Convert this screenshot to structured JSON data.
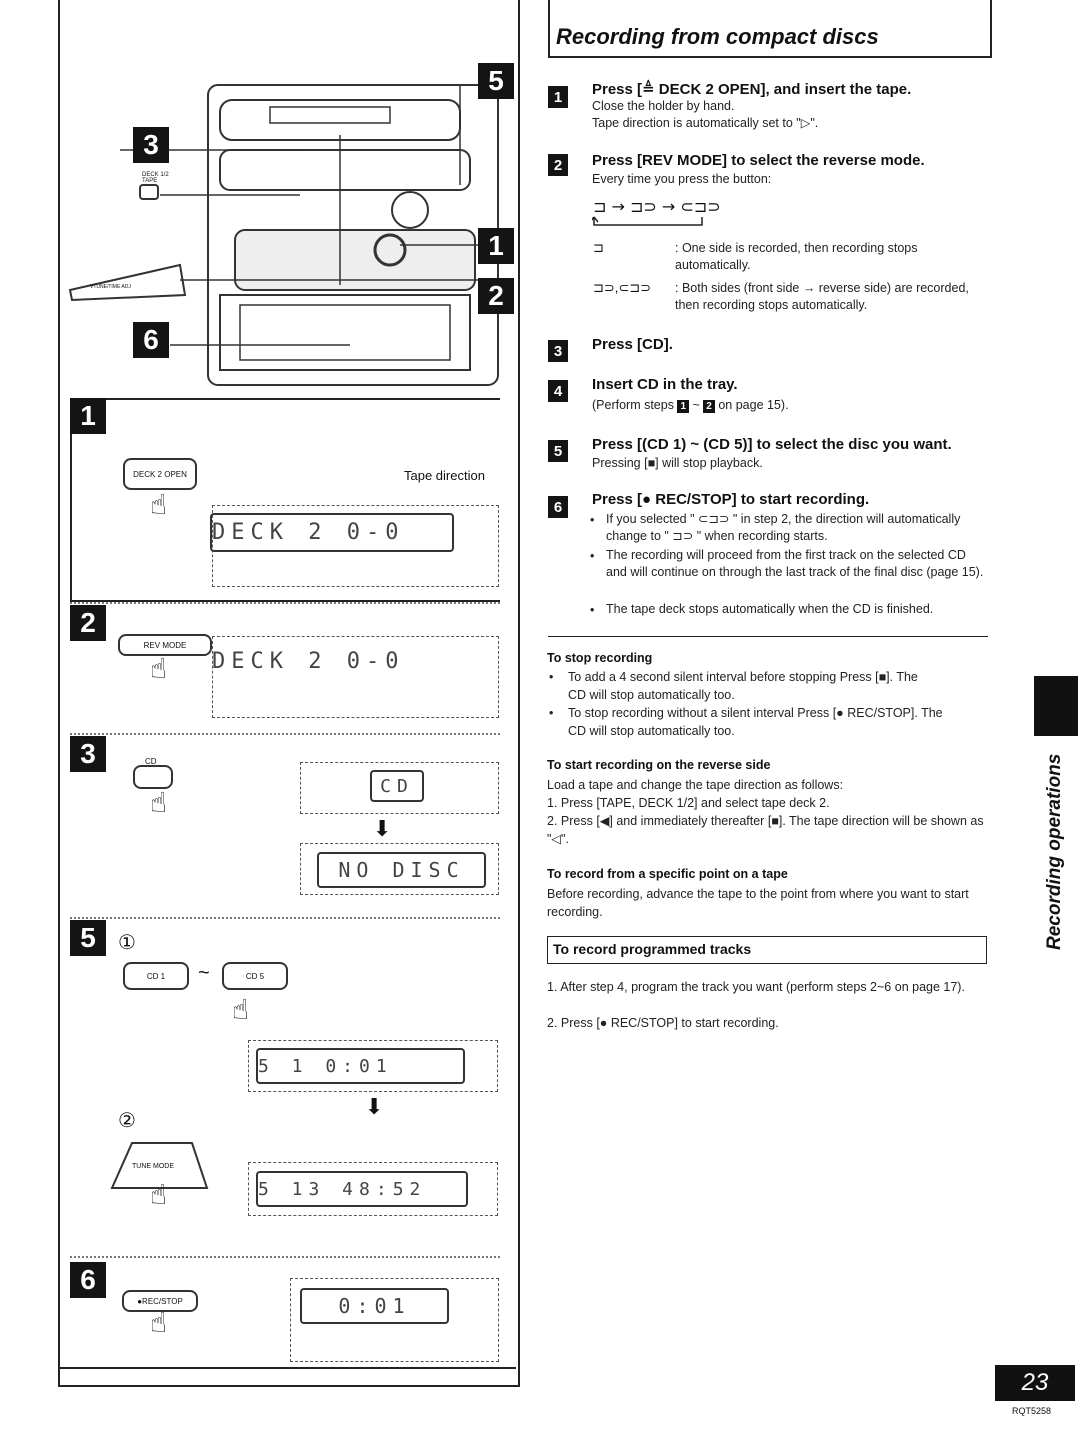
{
  "title": "Recording from compact discs",
  "side_tab": "Recording operations",
  "page_number": "23",
  "doc_code": "RQT5258",
  "left": {
    "callouts": [
      "5",
      "3",
      "1",
      "2",
      "6"
    ],
    "tape_small": "DECK 1/2 TAPE",
    "tune_small": "VTUNE/TIME ADJ",
    "panel1": {
      "num": "1",
      "button": "DECK 2 OPEN",
      "tape_direction": "Tape direction",
      "lcd": "DECK 2  0-0"
    },
    "panel2": {
      "num": "2",
      "button": "REV MODE",
      "lcd": "DECK 2  0-0"
    },
    "panel3": {
      "num": "3",
      "button": "CD",
      "lcd_top": "CD",
      "lcd_bottom": "NO DISC",
      "arrow": "⬇"
    },
    "panel5": {
      "num": "5",
      "circled1": "①",
      "circled2": "②",
      "btn_cd1": "CD 1",
      "btn_cd5": "CD 5",
      "tilde": "~",
      "button2": "TUNE MODE",
      "lcd_top": "5  1  0:01",
      "lcd_bottom": "5 13  48:52",
      "arrow": "⬇"
    },
    "panel6": {
      "num": "6",
      "button": "●REC/STOP",
      "lcd": "0:01"
    }
  },
  "steps": [
    {
      "num": "1",
      "heading": "Press [≜ DECK 2 OPEN], and insert the tape.",
      "lines": [
        "Close the holder by hand.",
        "Tape direction is automatically set to \"▷\"."
      ]
    },
    {
      "num": "2",
      "heading": "Press [REV MODE] to select the reverse mode.",
      "lines": [
        "Every time you press the button:"
      ]
    },
    {
      "num": "3",
      "heading": "Press [CD].",
      "lines": []
    },
    {
      "num": "4",
      "heading": "Insert CD in the tray.",
      "lines": [
        "(Perform steps",
        "~",
        "on page 15)."
      ]
    },
    {
      "num": "5",
      "heading": "Press [(CD 1) ~ (CD 5)] to select the disc you want.",
      "lines": [
        "Pressing [■] will stop playback."
      ]
    },
    {
      "num": "6",
      "heading": "Press [● REC/STOP] to start recording.",
      "lines": []
    }
  ],
  "rev_mode": {
    "sequence": "⊐ → ⊐⊃ → ⊂⊐⊃",
    "one_side_sym": "⊐",
    "one_side": ": One side is recorded, then recording stops automatically.",
    "both_sym": "⊐⊃,⊂⊐⊃",
    "both": ": Both sides (front side → reverse side) are recorded, then recording stops automatically."
  },
  "step6_bullets": [
    "If you selected \" ⊂⊐⊃ \" in step 2, the direction will automatically change to \" ⊐⊃ \" when recording starts.",
    "The recording will proceed from the first track on the selected CD and will continue on through the last track of the final disc (page 15).",
    "The tape deck stops automatically when the CD is finished."
  ],
  "stop_recording": {
    "heading": "To stop recording",
    "items": [
      "To add a 4 second silent interval before stopping Press [■]. The CD will stop automatically too.",
      "To stop recording without a silent interval Press [● REC/STOP]. The CD will stop automatically too."
    ]
  },
  "reverse_side": {
    "heading": "To start recording on the reverse side",
    "intro": "Load a tape and change the tape direction as follows:",
    "items": [
      "1. Press [TAPE, DECK 1/2] and select tape deck 2.",
      "2. Press [◀] and immediately thereafter [■]. The tape direction will be shown as \"◁\"."
    ]
  },
  "specific_point": {
    "heading": "To record from a specific point on a tape",
    "body": "Before recording, advance the tape to the point from where you want to start recording."
  },
  "programmed": {
    "heading": "To record programmed tracks",
    "items": [
      "1. After step 4, program the track you want (perform steps 2~6 on page 17).",
      "2. Press [● REC/STOP] to start recording."
    ]
  }
}
